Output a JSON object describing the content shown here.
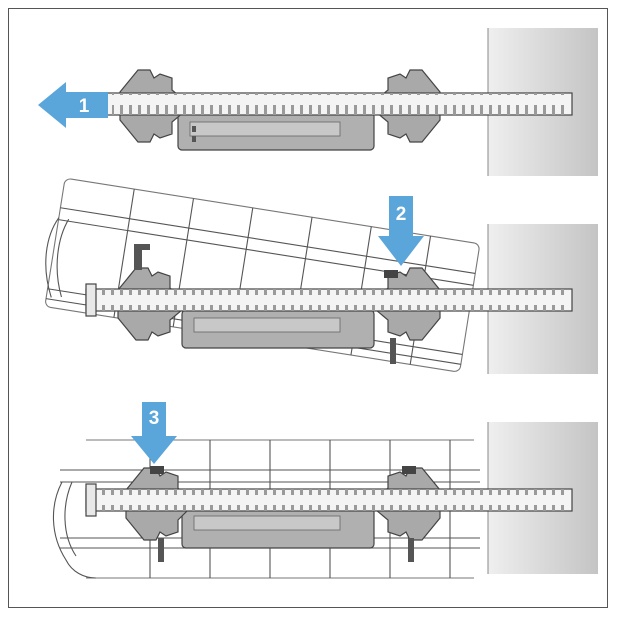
{
  "colors": {
    "arrow": "#5aa5d9",
    "wall_light": "#e8e8e8",
    "wall_dark": "#c9c9c9",
    "bracket": "#a9a9a9",
    "bracket_dark": "#8e8e8e",
    "rail": "#f2f2f2",
    "rail_slot": "#9a9a9a",
    "wire": "#b8b8b8",
    "outline": "#444444"
  },
  "steps": [
    {
      "number": "1",
      "direction": "left"
    },
    {
      "number": "2",
      "direction": "down"
    },
    {
      "number": "3",
      "direction": "down"
    }
  ],
  "icons": [
    "arrow-left-icon",
    "arrow-down-icon",
    "wall-icon",
    "rail-icon",
    "bracket-icon",
    "wire-tray-icon"
  ]
}
